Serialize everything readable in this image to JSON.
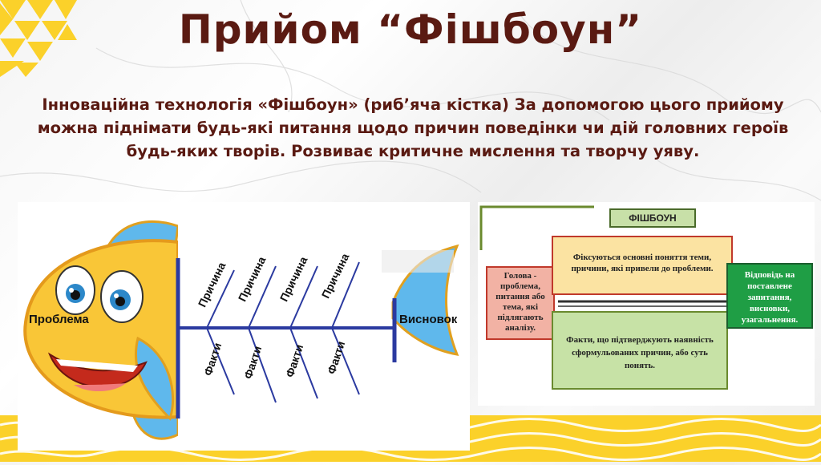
{
  "title": "Прийом “Фішбоун”",
  "intro": "Інноваційна технологія «Фішбоун» (риб’яча кістка) За допомогою цього прийому можна піднімати будь-які питання щодо причин поведінки чи дій головних героїв будь-яких творів. Розвиває критичне мислення та творчу уяву.",
  "left_diagram": {
    "head_label": "Проблема",
    "tail_label": "Висновок",
    "upper_labels": [
      "Причина",
      "Причина",
      "Причина",
      "Причина"
    ],
    "lower_labels": [
      "Факти",
      "Факти",
      "Факти",
      "Факти"
    ]
  },
  "right_diagram": {
    "header": "ФІШБОУН",
    "head_box": "Голова - проблема, питання або тема, які підлягають аналізу.",
    "top_box": "Фіксуються основні поняття теми, причини, які привели до проблеми.",
    "bottom_box": "Факти, що підтверджують наявність сформульованих причин, або суть понять.",
    "tail_box": "Відповідь на поставлене запитання, висновки, узагальнення."
  },
  "colors": {
    "title": "#5a1a12",
    "accent_yellow": "#fbd12a",
    "fish_body": "#f9c637",
    "fish_fin": "#5fb8ec",
    "spine": "#2b3aa0",
    "box_red": "#f2b2a4",
    "box_orange": "#fbe3a2",
    "box_green_light": "#c7e2a6",
    "box_green_dark": "#1f9e45"
  }
}
